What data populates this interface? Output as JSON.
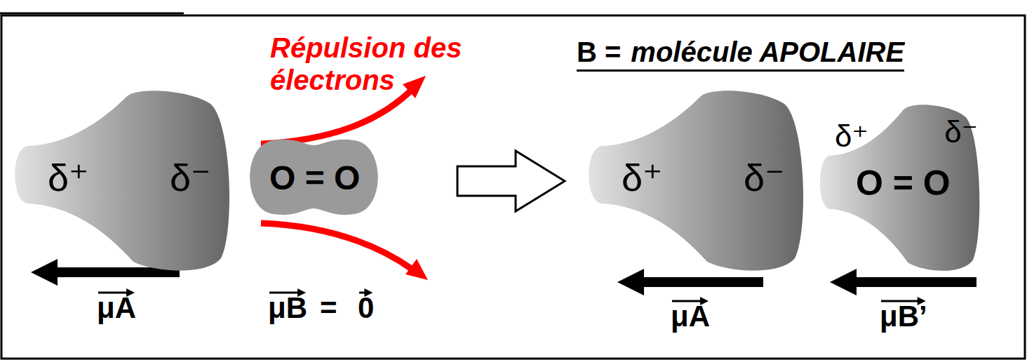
{
  "diagram": {
    "nodes": [
      {
        "text": [
          "δ⁺",
          "δ⁻"
        ]
      },
      {
        "text": [
          "O = O"
        ]
      },
      {
        "text": [
          "δ⁺",
          "δ⁻"
        ]
      },
      {
        "text": [
          "δ⁺",
          "δ⁻",
          "O = O"
        ]
      }
    ],
    "labels": [
      "Répulsion des électrons",
      "B =",
      "molécule APOLAIRE",
      "μA",
      "μB",
      "=",
      "0",
      "μA",
      "μB’"
    ]
  }
}
